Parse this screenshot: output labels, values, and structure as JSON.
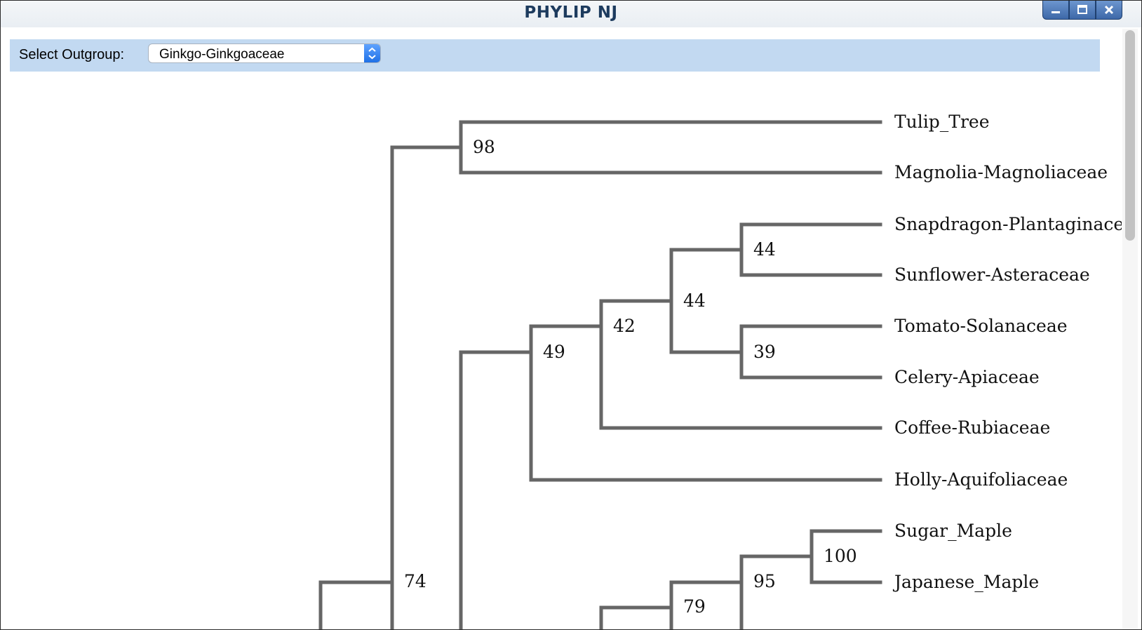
{
  "window": {
    "title": "PHYLIP NJ",
    "controls": [
      "minimize",
      "maximize",
      "close"
    ]
  },
  "toolbar": {
    "outgroup_label": "Select Outgroup:",
    "outgroup_value": "Ginkgo-Ginkgoaceae"
  },
  "tree": {
    "taxa": [
      "Tulip_Tree",
      "Magnolia-Magnoliaceae",
      "Snapdragon-Plantaginacea",
      "Sunflower-Asteraceae",
      "Tomato-Solanaceae",
      "Celery-Apiaceae",
      "Coffee-Rubiaceae",
      "Holly-Aquifoliaceae",
      "Sugar_Maple",
      "Japanese_Maple"
    ],
    "support_values": [
      "98",
      "44",
      "44",
      "42",
      "39",
      "49",
      "100",
      "95",
      "79",
      "74"
    ]
  }
}
